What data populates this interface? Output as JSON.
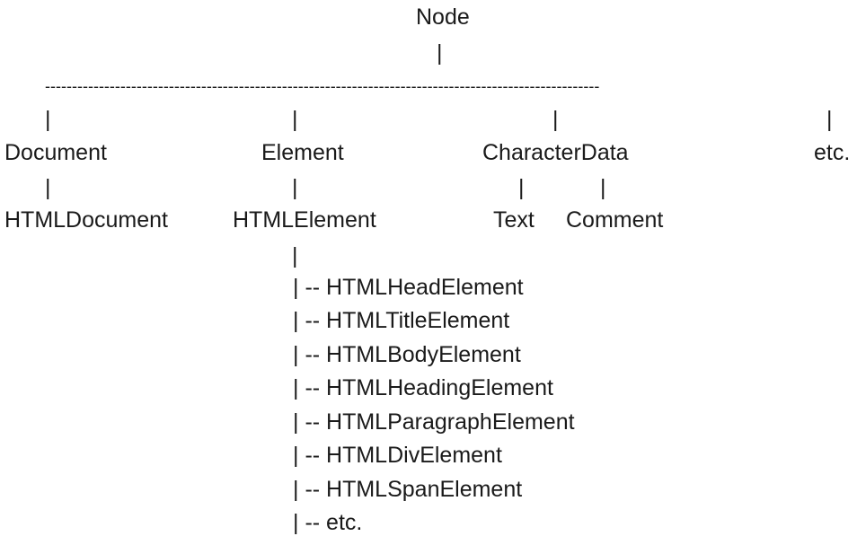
{
  "diagram": {
    "root": "Node",
    "connector": "|",
    "rule": "-------------------------------------------------------------------------------------------------------",
    "children": {
      "document": "Document",
      "element": "Element",
      "character_data": "CharacterData",
      "etc": "etc."
    },
    "grandchildren": {
      "html_document": "HTMLDocument",
      "html_element": "HTMLElement",
      "text": "Text",
      "comment": "Comment"
    },
    "html_element_subtypes": [
      "| -- HTMLHeadElement",
      "| -- HTMLTitleElement",
      "| -- HTMLBodyElement",
      "| -- HTMLHeadingElement",
      "| -- HTMLParagraphElement",
      "| -- HTMLDivElement",
      "| -- HTMLSpanElement",
      "| -- etc."
    ]
  }
}
